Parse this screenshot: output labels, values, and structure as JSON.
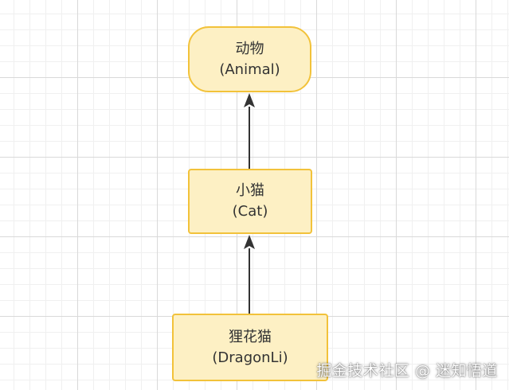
{
  "diagram": {
    "nodes": [
      {
        "id": "animal",
        "name_cn": "动物",
        "name_en": "(Animal)"
      },
      {
        "id": "cat",
        "name_cn": "小猫",
        "name_en": "(Cat)"
      },
      {
        "id": "dragonli",
        "name_cn": "狸花猫",
        "name_en": "(DragonLi)"
      }
    ],
    "edges": [
      {
        "from": "cat",
        "to": "animal"
      },
      {
        "from": "dragonli",
        "to": "cat"
      }
    ]
  },
  "watermark": "掘金技术社区 @ 迷知悟道",
  "colors": {
    "node_fill": "#fdf0c4",
    "node_border": "#f2c23a",
    "arrow": "#333333"
  }
}
